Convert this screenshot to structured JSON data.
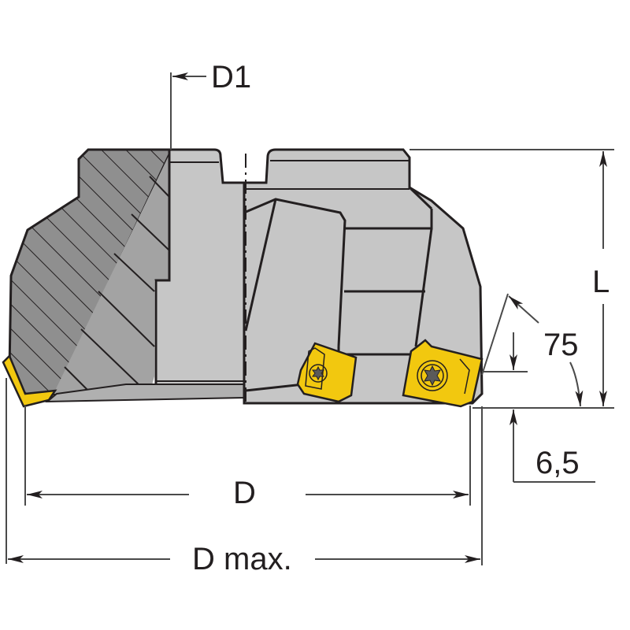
{
  "diagram": {
    "subject": "Face milling cutter with indexable inserts (75° lead angle)",
    "labels": {
      "d1": "D1",
      "length": "L",
      "lead_angle": "75",
      "edge_height": "6,5",
      "diameter": "D",
      "diameter_max": "D max."
    },
    "colors": {
      "body_light": "#c6c6c6",
      "body_section": "#a3a3a3",
      "body_hatch_bg": "#8f8f8f",
      "insert": "#f2c80f",
      "outline": "#231f20",
      "dimension_line": "#4a4a4a",
      "screw": "#5a5a5a"
    }
  }
}
